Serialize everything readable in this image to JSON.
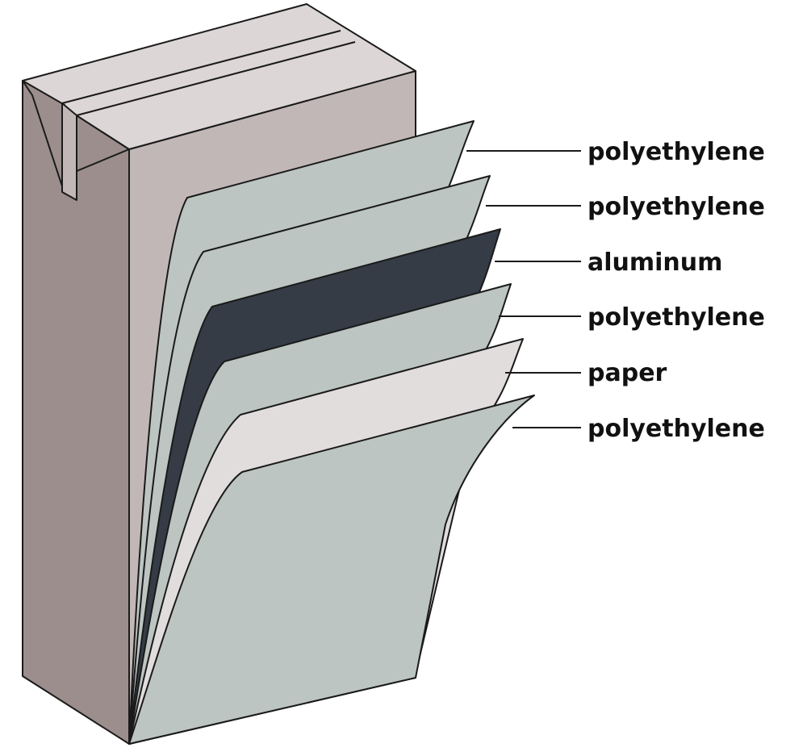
{
  "diagram": {
    "subject": "carton",
    "colors": {
      "carton_side": "#9c8e8d",
      "carton_front": "#c2b7b7",
      "carton_top": "#dcd6d6",
      "polyethylene": "#bcc5c1",
      "aluminum": "#353c46",
      "paper": "#e1dddc",
      "outline": "#1a1a1a"
    },
    "layers": [
      {
        "label": "polyethylene",
        "material": "polyethylene"
      },
      {
        "label": "polyethylene",
        "material": "polyethylene"
      },
      {
        "label": "aluminum",
        "material": "aluminum"
      },
      {
        "label": "polyethylene",
        "material": "polyethylene"
      },
      {
        "label": "paper",
        "material": "paper"
      },
      {
        "label": "polyethylene",
        "material": "polyethylene"
      }
    ]
  }
}
